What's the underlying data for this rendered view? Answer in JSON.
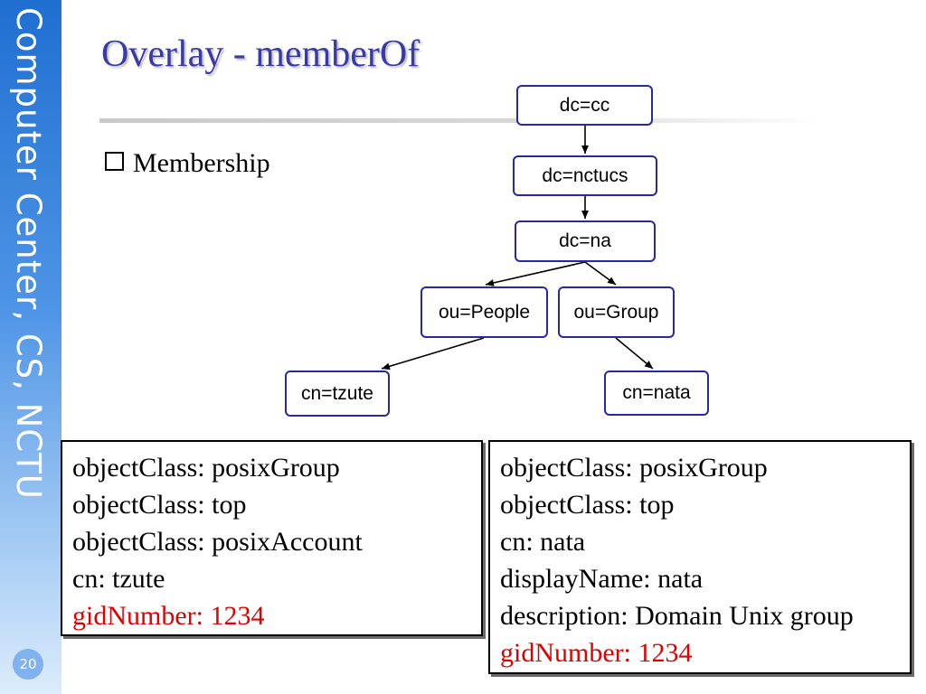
{
  "sidebar": {
    "text": "Computer Center, CS, NCTU",
    "page_number": "20"
  },
  "slide": {
    "title": "Overlay - memberOf",
    "bullet": "Membership"
  },
  "tree": {
    "nodes": {
      "cc": "dc=cc",
      "nctucs": "dc=nctucs",
      "na": "dc=na",
      "people": "ou=People",
      "group": "ou=Group",
      "tzute": "cn=tzute",
      "nata": "cn=nata"
    }
  },
  "attributes": {
    "left": [
      "objectClass: posixGroup",
      "objectClass: top",
      "objectClass: posixAccount",
      "cn: tzute",
      "gidNumber: 1234"
    ],
    "right": [
      "objectClass: posixGroup",
      "objectClass: top",
      "cn: nata",
      "displayName: nata",
      "description: Domain Unix group",
      "gidNumber: 1234"
    ]
  },
  "colors": {
    "title": "#3a3aa6",
    "node_border": "#2828a6",
    "highlight": "#e00000",
    "sidebar": "#1f6fd1"
  }
}
